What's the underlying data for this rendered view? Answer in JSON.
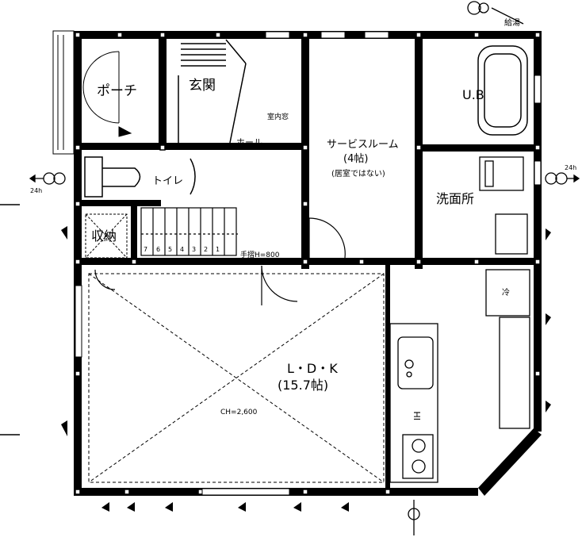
{
  "floor_plan": {
    "rooms": {
      "porch": "ポーチ",
      "entrance": "玄関",
      "hall": "ホール",
      "toilet": "トイレ",
      "storage": "収納",
      "service_room": "サービスルーム",
      "service_room_size": "(4帖)",
      "service_room_note": "(居室ではない)",
      "unit_bath": "U.B",
      "washroom": "洗面所",
      "ldk": "L・D・K",
      "ldk_size": "(15.7帖)"
    },
    "notes": {
      "indoor_window": "室内窓",
      "handrail": "手摺H=800",
      "ceiling_height": "CH=2,600",
      "water_heater": "給湯",
      "fridge": "冷",
      "vent_left": "24h",
      "vent_right": "24h",
      "range_hood": "IH",
      "stair_numbers": [
        "7",
        "6",
        "5",
        "4",
        "3",
        "2",
        "1"
      ]
    }
  }
}
